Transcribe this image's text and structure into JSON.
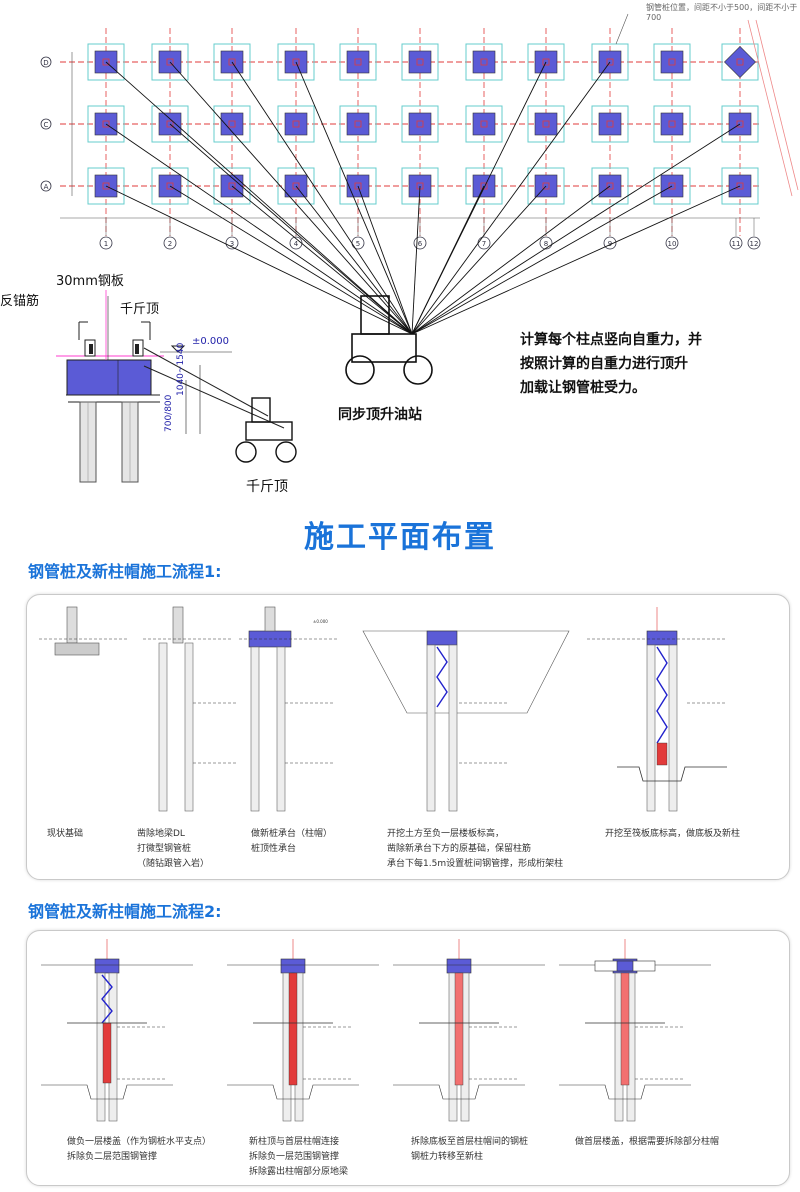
{
  "plan": {
    "top_note": "钢管桩位置，间距不小于500，间距不小于700",
    "row_labels": [
      "D",
      "C",
      "A"
    ],
    "col_labels": [
      "1",
      "2",
      "3",
      "4",
      "5",
      "6",
      "7",
      "8",
      "9",
      "10",
      "11",
      "12"
    ],
    "note_lines": [
      "计算每个柱点竖向自重力，并",
      "按照计算的自重力进行顶升",
      "加载让钢管桩受力。"
    ],
    "station_label": "同步顶升油站",
    "detail": {
      "anchor_label": "反锚筋",
      "plate_label": "30mm钢板",
      "jack_label": "千斤顶",
      "elev_label": "±0.000",
      "dim_1": "1040~1540",
      "dim_2": "700/800",
      "jack_bottom_label": "千斤顶"
    }
  },
  "section_title": "施工平面布置",
  "flow1": {
    "title": "钢管桩及新柱帽施工流程1:",
    "steps": [
      {
        "cap": [
          "现状基础"
        ]
      },
      {
        "cap": [
          "凿除地梁DL",
          "打微型钢管桩",
          "（随钻跟管入岩）"
        ]
      },
      {
        "cap": [
          "做新桩承台（柱帽）",
          "桩顶性承台"
        ]
      },
      {
        "cap": [
          "开挖土方至负一层楼板标高，",
          "凿除新承台下方的原基础，保留柱筋",
          "承台下每1.5m设置桩间钢管撑，形成桁架柱"
        ]
      },
      {
        "cap": [
          "开挖至筏板底标高，做底板及新柱"
        ]
      }
    ]
  },
  "flow2": {
    "title": "钢管桩及新柱帽施工流程2:",
    "steps": [
      {
        "cap": [
          "做负一层楼盖（作为钢桩水平支点）",
          "拆除负二层范围钢管撑"
        ]
      },
      {
        "cap": [
          "新柱顶与首层柱帽连接",
          "拆除负一层范围钢管撑",
          "拆除露出柱帽部分原地梁"
        ]
      },
      {
        "cap": [
          "拆除底板至首层柱帽间的钢桩",
          "钢桩力转移至新柱"
        ]
      },
      {
        "cap": [
          "做首层楼盖，根据需要拆除部分柱帽"
        ]
      }
    ]
  },
  "colors": {
    "accent": "#1a73d9",
    "cap_fill": "#5b5bd6",
    "red": "#e23b3b",
    "pink": "#f08080",
    "teal": "#66cccc"
  }
}
